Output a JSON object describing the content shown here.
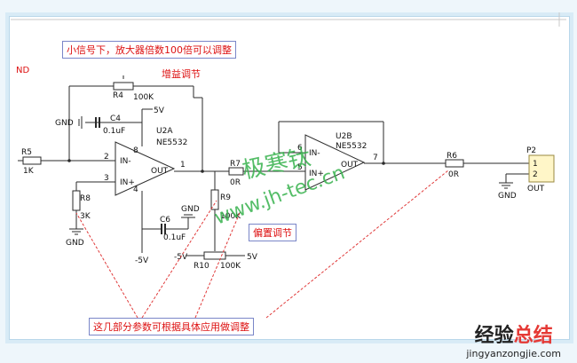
{
  "notes": {
    "gain_title": "小信号下，放大器倍数100倍可以调整",
    "gain_adjust": "增益调节",
    "offset_adjust": "偏置调节",
    "params_note": "这几部分参数可根据具体应用做调整"
  },
  "labels": {
    "nd": "ND",
    "r5": "R5",
    "r5v": "1K",
    "r4": "R4",
    "r4v": "100K",
    "c4": "C4",
    "c4v": "0.1uF",
    "gnd1": "GND",
    "v5a": "5V",
    "u2a": "U2A",
    "u2a_part": "NE5532",
    "pin2": "2",
    "pin3": "3",
    "pin1": "1",
    "pin8": "8",
    "pin4": "4",
    "inm": "IN-",
    "inp": "IN+",
    "out": "OUT",
    "r8": "R8",
    "r8v": "3K",
    "gnd2": "GND",
    "c6": "C6",
    "c6v": "0.1uF",
    "gnd3": "GND",
    "m5v": "-5V",
    "r9": "R9",
    "r9v": "100K",
    "r7": "R7",
    "r7v": "0R",
    "m5v2": "-5V",
    "v5b": "5V",
    "r10": "R10",
    "r10v": "100K",
    "u2b": "U2B",
    "u2b_part": "NE5532",
    "pin6": "6",
    "pin5": "5",
    "pin7": "7",
    "r6": "R6",
    "r6v": "0R",
    "p2": "P2",
    "p2_1": "1",
    "p2_2": "2",
    "p2_out": "OUT",
    "gnd4": "GND"
  },
  "watermark": {
    "cn": "极寒钛",
    "url": "www.jh-tec.cn"
  },
  "brand": {
    "cn_a": "经验",
    "cn_b": "总结",
    "en": "jingyanzongjie.com"
  },
  "colors": {
    "wire": "#2a2a2a",
    "note_red": "#dd1111",
    "watermark": "#37b24d"
  }
}
